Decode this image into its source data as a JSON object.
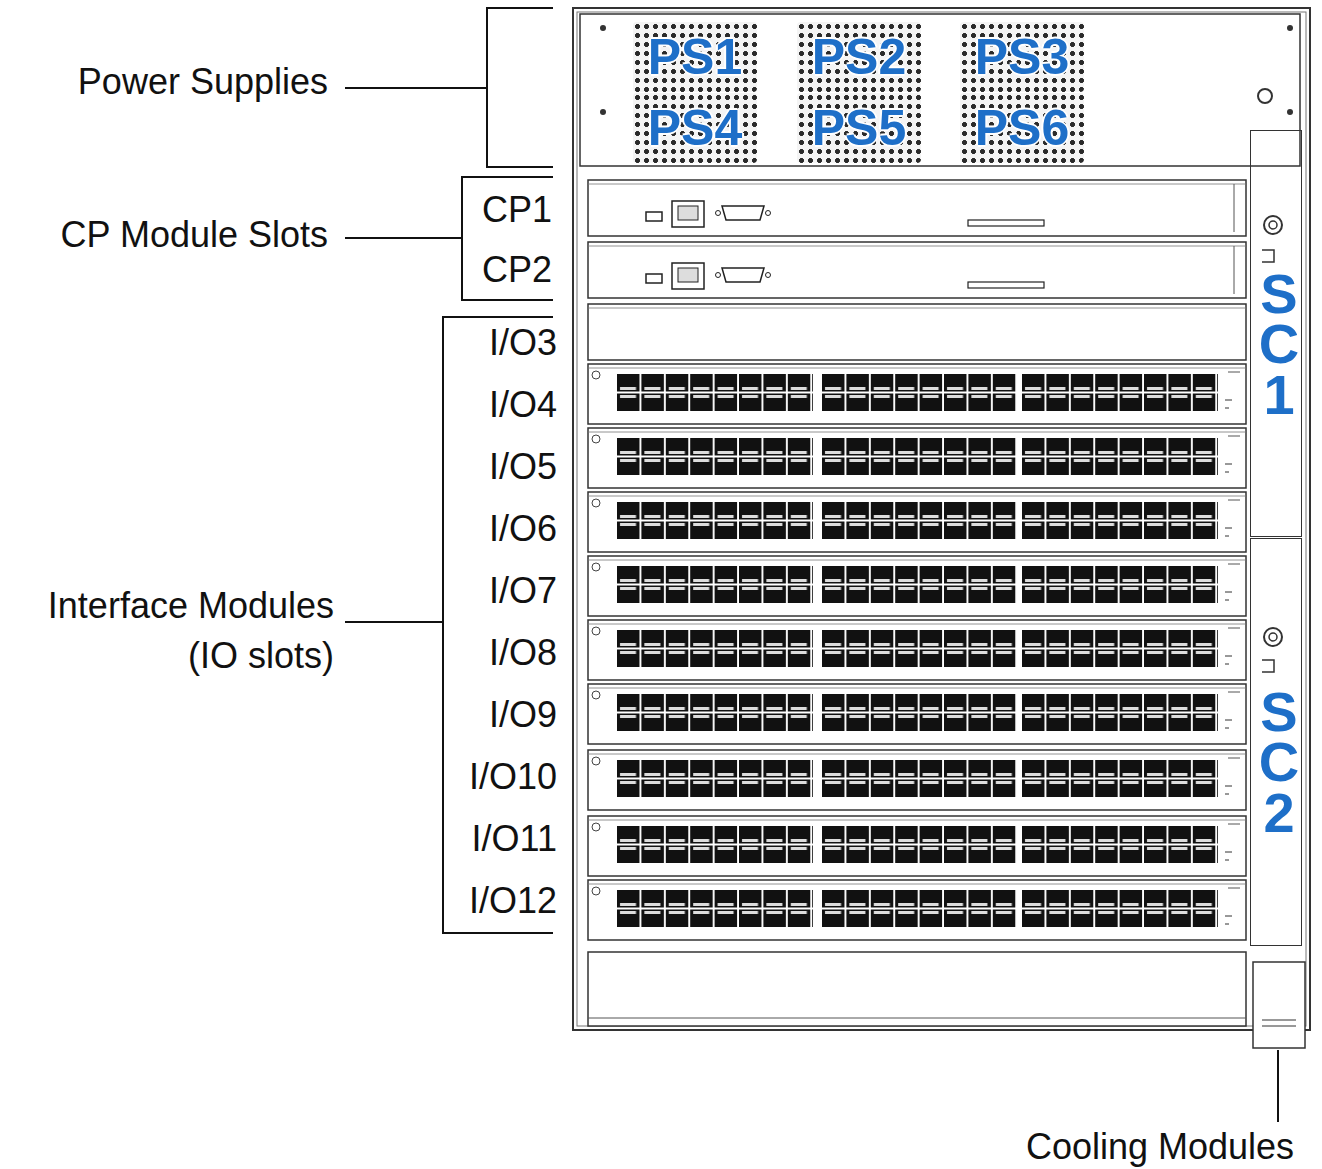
{
  "diagram": {
    "nodes": [
      {
        "text": [
          "PS1"
        ]
      },
      {
        "text": [
          "PS2"
        ]
      },
      {
        "text": [
          "PS3"
        ]
      },
      {
        "text": [
          "PS4"
        ]
      },
      {
        "text": [
          "PS5"
        ]
      },
      {
        "text": [
          "PS6"
        ]
      },
      {
        "text": [
          "SC1"
        ]
      },
      {
        "text": [
          "SC2"
        ]
      }
    ],
    "labels": [
      "Power Supplies",
      "CP Module Slots",
      "CP1",
      "CP2",
      "I/O3",
      "I/O4",
      "I/O5",
      "I/O6",
      "I/O7",
      "I/O8",
      "I/O9",
      "I/O10",
      "I/O11",
      "I/O12",
      "Interface Modules (IO slots)",
      "Cooling Modules"
    ]
  }
}
